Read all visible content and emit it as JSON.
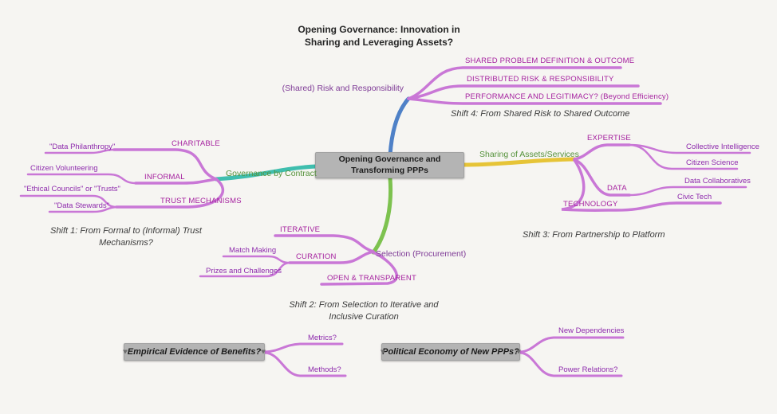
{
  "colors": {
    "bg": "#f6f5f2",
    "node_gray": "#b4b4b4",
    "blue": "#4f81c7",
    "teal": "#3fbeae",
    "yellow": "#e6c437",
    "green_line": "#7dc24f",
    "orchid": "#c977d6",
    "magenta_text": "#a5219f",
    "purple_text": "#8e2bad",
    "green_text": "#55923b",
    "purple_label": "#7e3a96",
    "shift_text": "#3b3b3b",
    "title_text": "#262626"
  },
  "title": {
    "line1": "Opening Governance: Innovation in",
    "line2": "Sharing and Leveraging Assets?"
  },
  "central_node": {
    "line1": "Opening Governance and",
    "line2": "Transforming PPPs"
  },
  "risk_branch": {
    "label": "(Shared) Risk and Responsibility",
    "items": [
      "SHARED PROBLEM DEFINITION & OUTCOME",
      "DISTRIBUTED RISK & RESPONSIBILITY",
      "PERFORMANCE AND LEGITIMACY? (Beyond Efficiency)"
    ],
    "shift": "Shift 4: From Shared Risk to Shared Outcome"
  },
  "governance_branch": {
    "label": "Governance by Contract",
    "charitable": "CHARITABLE",
    "informal": "INFORMAL",
    "trust": "TRUST MECHANISMS",
    "leaves": {
      "data_philanthropy": "\"Data Philanthropy\"",
      "citizen_volunteering": "Citizen Volunteering",
      "ethical_councils": "\"Ethical Councils\" or \"Trusts\"",
      "data_stewards": "\"Data Stewards\""
    },
    "shift_line1": "Shift 1: From Formal to (Informal) Trust",
    "shift_line2": "Mechanisms?"
  },
  "sharing_branch": {
    "label": "Sharing of Assets/Services",
    "expertise": "EXPERTISE",
    "data": "DATA",
    "technology": "TECHNOLOGY",
    "leaves": {
      "collective_intelligence": "Collective Intelligence",
      "citizen_science": "Citizen Science",
      "data_collaboratives": "Data Collaboratives",
      "civic_tech": "Civic Tech"
    },
    "shift": "Shift 3: From Partnership to Platform"
  },
  "selection_branch": {
    "label": "Selection (Procurement)",
    "iterative": "ITERATIVE",
    "curation": "CURATION",
    "open_transparent": "OPEN & TRANSPARENT",
    "leaves": {
      "match_making": "Match Making",
      "prizes_challenges": "Prizes and Challenges"
    },
    "shift_line1": "Shift 2: From Selection to Iterative and",
    "shift_line2": "Inclusive Curation"
  },
  "empirical_node": {
    "label": "Empirical Evidence of Benefits?",
    "metrics": "Metrics?",
    "methods": "Methods?"
  },
  "political_node": {
    "label": "Political Economy of New PPPs?",
    "dependencies": "New Dependencies",
    "power": "Power Relations?"
  }
}
